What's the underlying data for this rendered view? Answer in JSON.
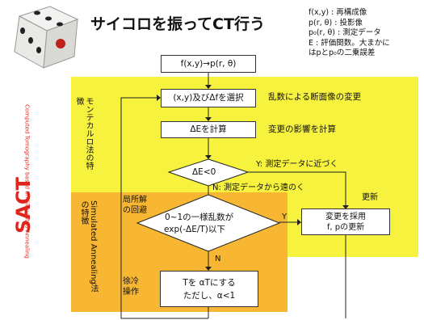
{
  "title": "サイコロを振ってCT行う",
  "colors": {
    "yellow": "#f7f23e",
    "orange": "#f7b733",
    "red": "#e0241b",
    "line": "#222222"
  },
  "legend": {
    "line1": "f(x,y) : 再構成像",
    "line2": "p(r, θ) : 投影像",
    "line3": "p₀(r, θ) : 測定データ",
    "line4": "E : 評価関数。大まかに",
    "line5": "はpとp₀の二乗誤差"
  },
  "sact_label": "SACT",
  "sact_subtitle": "Computed Tomography based on Simulated Annealing",
  "monte_carlo_label": "モンテカルロ法の特徴",
  "sa_label": "Simulated Annealing法の特徴",
  "local_label": "局所解の回避",
  "cooling_label": "徐冷操作",
  "update_label": "更新",
  "nodes": {
    "start": "f(x,y)→p(r, θ)",
    "select": "(x,y)及びΔfを選択",
    "calc": "ΔEを計算",
    "decision1": "ΔE<0",
    "decision2_line1": "0~1の一様乱数が",
    "decision2_line2": "exp(-ΔE/T)以下",
    "accept_line1": "変更を採用",
    "accept_line2": "f, pの更新",
    "cool_line1": "Tを αTにする",
    "cool_line2": "ただし、α<1"
  },
  "notes": {
    "select_note": "乱数による断面像の変更",
    "calc_note": "変更の影響を計算",
    "yes1_note": "Y: 測定データに近づく",
    "no1_note": "N: 測定データから遠のく",
    "y_label": "Y",
    "n_label": "N"
  }
}
